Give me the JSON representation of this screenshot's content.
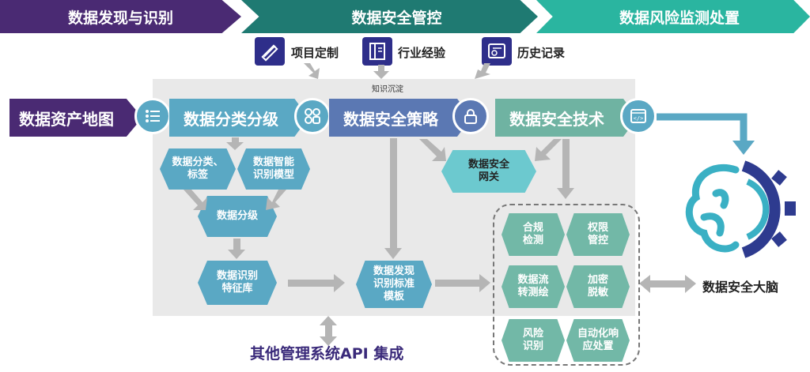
{
  "banner": {
    "stage1": "数据发现与识别",
    "stage2": "数据安全管控",
    "stage3": "数据风险监测处置"
  },
  "experience": {
    "item1": "项目定制",
    "item2": "行业经验",
    "item3": "历史记录",
    "icon1": "ruler-pencil-icon",
    "icon2": "binder-icon",
    "icon3": "history-card-icon"
  },
  "panel_label": "知识沉淀",
  "stages": {
    "asset_map": "数据资产地图",
    "classify": "数据分类分级",
    "policy": "数据安全策略",
    "tech": "数据安全技术"
  },
  "nodes": {
    "tagging": "数据分类、\n标签",
    "smart_model": "数据智能\n识别模型",
    "grading": "数据分级",
    "feature_lib": "数据识别\n特征库",
    "template": "数据发现\n识别标准\n模板",
    "gateway": "数据安全\n网关"
  },
  "tech_items": [
    "合规\n检测",
    "权限\n管控",
    "数据流\n转测绘",
    "加密\n脱敏",
    "风险\n识别",
    "自动化响\n应处置"
  ],
  "api_integration": "其他管理系统API 集成",
  "brain_label": "数据安全大脑",
  "colors": {
    "purple": "#4a2a73",
    "dark_teal": "#1f7a72",
    "teal": "#2ab5a0",
    "blue": "#5aa8c4",
    "policy_blue": "#5b78b3",
    "tech_green": "#6fb3a2"
  }
}
